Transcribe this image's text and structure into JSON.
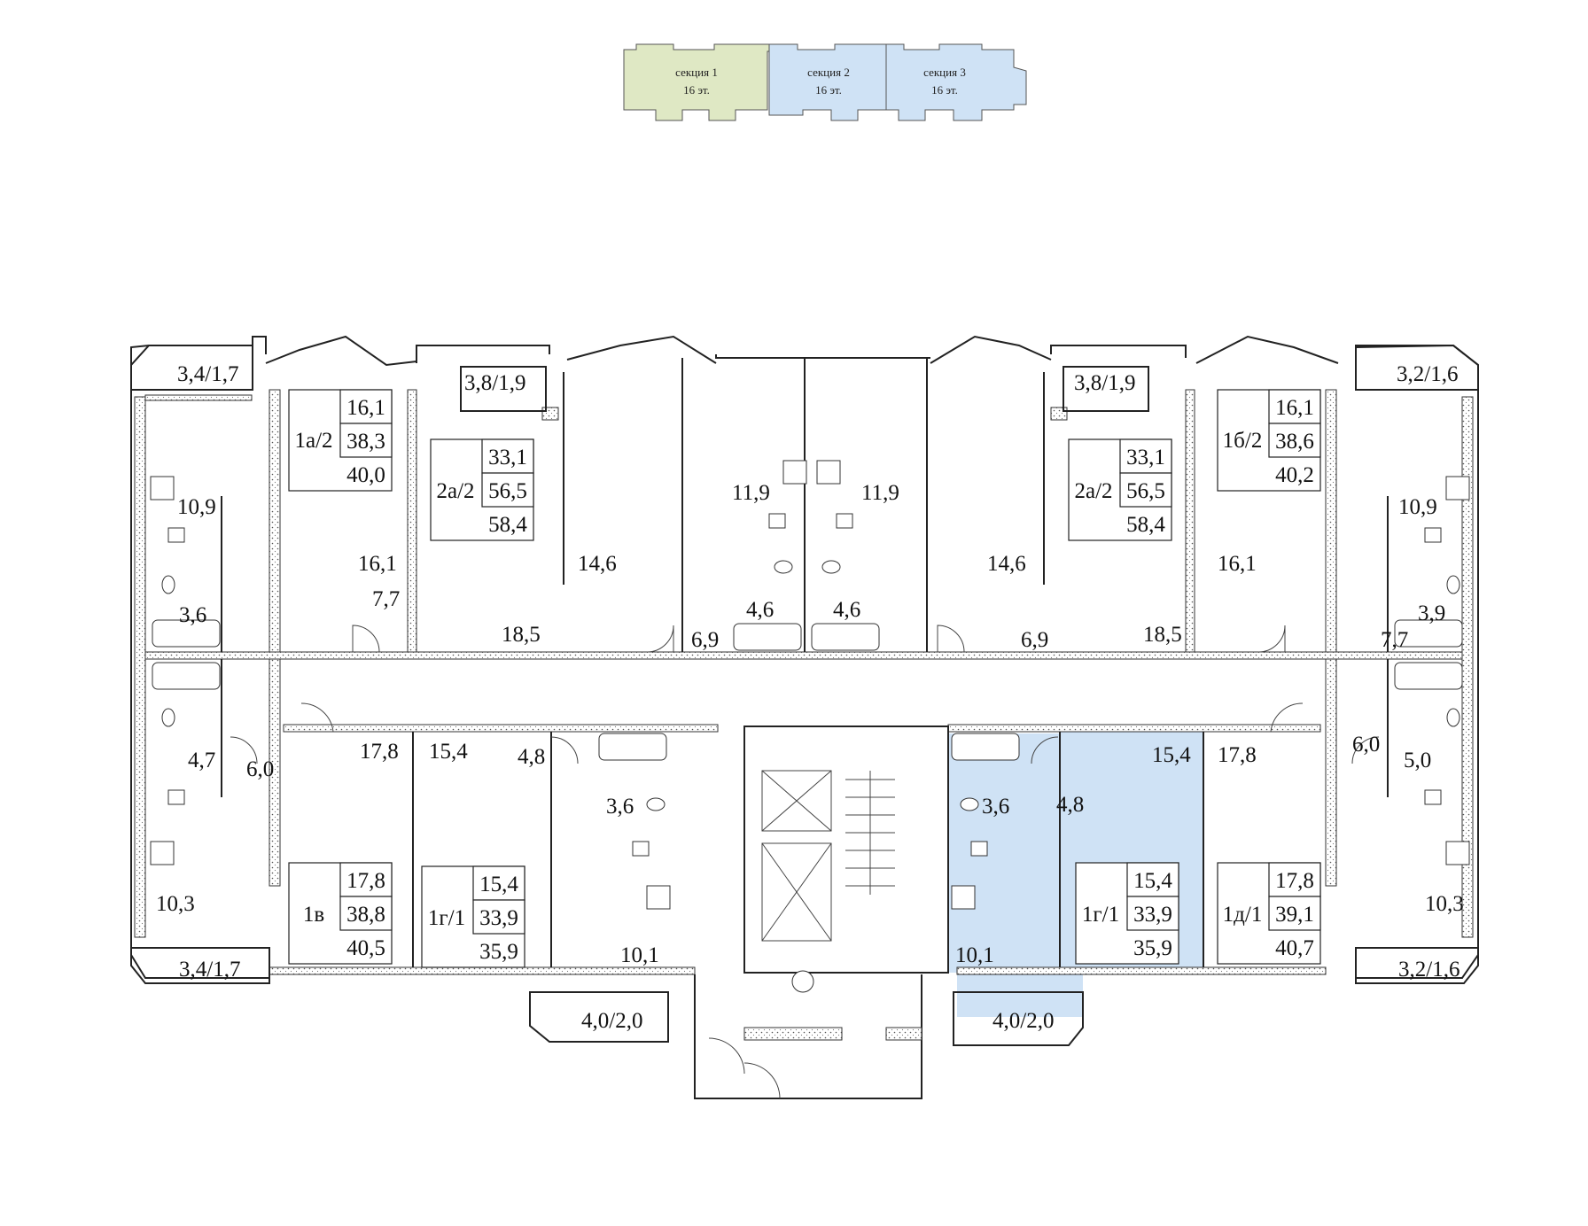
{
  "colors": {
    "section1_fill": "#dfe8c4",
    "section_other_fill": "#cfe2f5",
    "highlight_fill": "#cfe2f5",
    "wall": "#222222"
  },
  "key_plan": {
    "sections": [
      {
        "name": "секция 1",
        "floors": "16 эт."
      },
      {
        "name": "секция 2",
        "floors": "16 эт."
      },
      {
        "name": "секция 3",
        "floors": "16 эт."
      }
    ]
  },
  "apartments": [
    {
      "code": "1а/2",
      "living": "16,1",
      "total": "38,3",
      "total_with_balcony": "40,0"
    },
    {
      "code": "2а/2",
      "living": "33,1",
      "total": "56,5",
      "total_with_balcony": "58,4"
    },
    {
      "code": "2а/2",
      "living": "33,1",
      "total": "56,5",
      "total_with_balcony": "58,4"
    },
    {
      "code": "1б/2",
      "living": "16,1",
      "total": "38,6",
      "total_with_balcony": "40,2"
    },
    {
      "code": "1в",
      "living": "17,8",
      "total": "38,8",
      "total_with_balcony": "40,5"
    },
    {
      "code": "1г/1",
      "living": "15,4",
      "total": "33,9",
      "total_with_balcony": "35,9"
    },
    {
      "code": "1г/1",
      "living": "15,4",
      "total": "33,9",
      "total_with_balcony": "35,9"
    },
    {
      "code": "1д/1",
      "living": "17,8",
      "total": "39,1",
      "total_with_balcony": "40,7"
    }
  ],
  "room_areas": {
    "balc_tl": "3,4/1,7",
    "balc_t2": "3,8/1,9",
    "balc_t3": "3,8/1,9",
    "balc_tr": "3,2/1,6",
    "balc_bl": "3,4/1,7",
    "balc_bm": "4,0/2,0",
    "balc_bh": "4,0/2,0",
    "balc_br": "3,2/1,6",
    "r01": "10,9",
    "r02": "16,1",
    "r03": "3,6",
    "r04": "7,7",
    "r05": "14,6",
    "r06": "18,5",
    "r07": "11,9",
    "r08": "4,6",
    "r09": "6,9",
    "r10": "11,9",
    "r11": "4,6",
    "r12": "14,6",
    "r13": "6,9",
    "r14": "18,5",
    "r15": "16,1",
    "r16": "10,9",
    "r17": "3,9",
    "r18": "7,7",
    "r19": "4,7",
    "r20": "6,0",
    "r21": "17,8",
    "r22": "15,4",
    "r23": "4,8",
    "r24": "3,6",
    "r25": "10,3",
    "r26": "10,1",
    "r27": "3,6",
    "r28": "4,8",
    "r29": "15,4",
    "r30": "10,1",
    "r31": "17,8",
    "r32": "6,0",
    "r33": "5,0",
    "r34": "10,3"
  }
}
